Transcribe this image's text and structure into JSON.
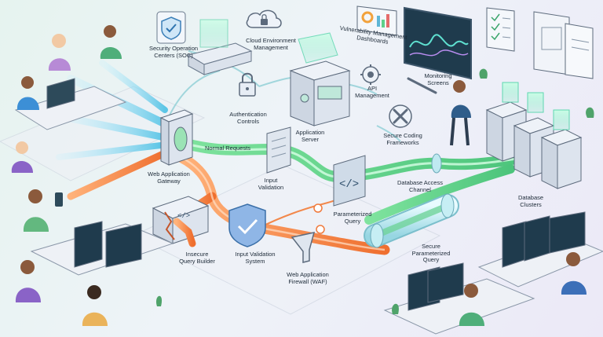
{
  "labels": {
    "soc": "Security Operation\nCenters (SOC)",
    "cloud": "Cloud Environment\nManagement",
    "vuln": "Vulnerability Management\nDashboards",
    "monitoring": "Monitoring\nScreens",
    "api": "API\nManagement",
    "auth": "Authentication\nControls",
    "app_server": "Application\nServer",
    "secure_coding": "Secure Coding\nFrameworks",
    "normal_requests": "Normal Requests",
    "waf_gateway": "Web Application\nGateway",
    "input_validation": "Input\nValidation",
    "db_channel": "Database Access\nChannel",
    "db_clusters": "Database\nClusters",
    "param_query": "Parameterized\nQuery",
    "insecure_builder": "Insecure\nQuery Builder",
    "iv_system": "Input Validation\nSystem",
    "waf": "Web Application\nFirewall (WAF)",
    "secure_param": "Secure\nParameterized\nQuery"
  },
  "colors": {
    "normal_flow": "#5fd08a",
    "attack_flow": "#f07a3c",
    "incoming_blue": "#6cc9e8",
    "secure_pipe": "#a8dfe8",
    "device_body": "#dfe5ee",
    "device_edge": "#5d6b7d",
    "screen": "#244a5a",
    "plant": "#4fa36a"
  },
  "icons": [
    "shield-check-icon",
    "cloud-lock-icon",
    "padlock-icon",
    "gear-icon",
    "wrench-icon",
    "code-icon",
    "funnel-icon",
    "database-icon"
  ]
}
